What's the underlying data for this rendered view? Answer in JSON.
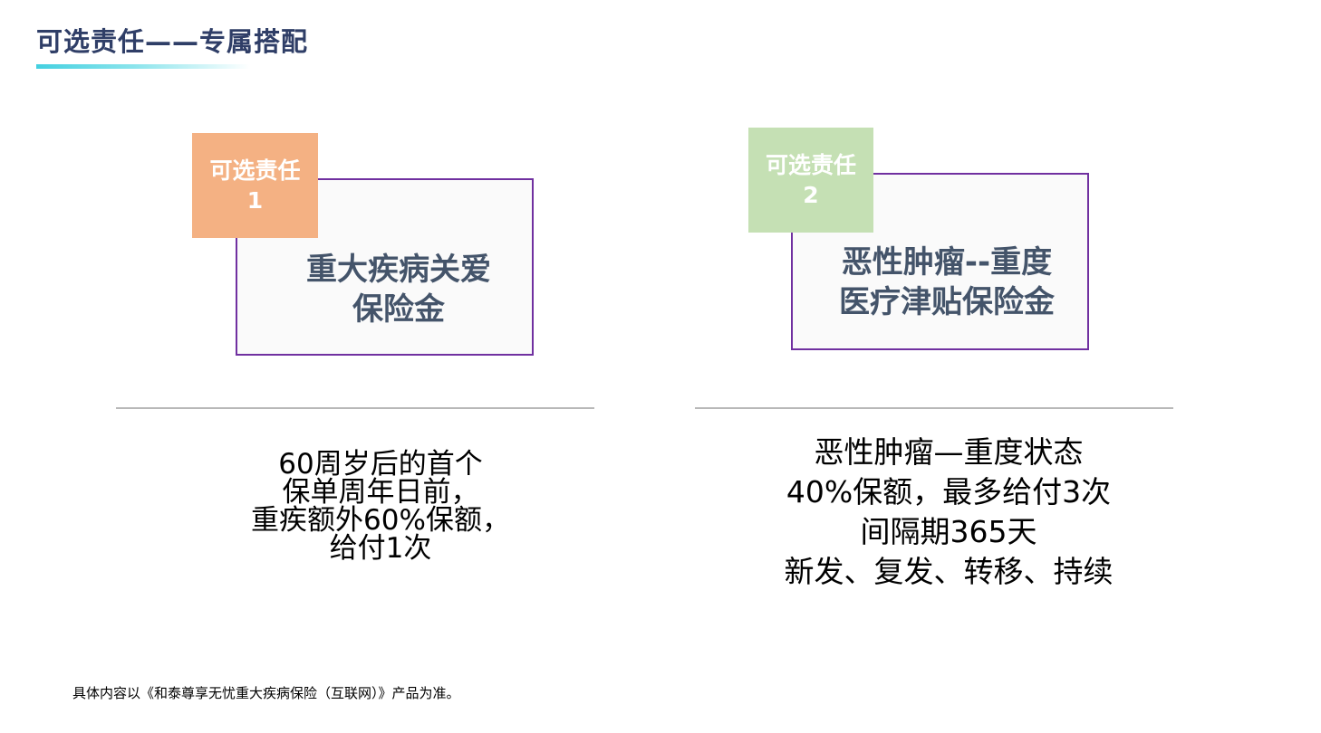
{
  "page": {
    "title": "可选责任——专属搭配",
    "footnote": "具体内容以《和泰尊享无忧重大疾病保险（互联网）》产品为准。"
  },
  "cards": [
    {
      "tag_line1": "可选责任",
      "tag_line2": "1",
      "tag_color": "#f4b183",
      "name_line1": "重大疾病关爱",
      "name_line2": "保险金",
      "description": [
        "60周岁后的首个",
        "保单周年日前，",
        "重疾额外60%保额，",
        "给付1次"
      ]
    },
    {
      "tag_line1": "可选责任",
      "tag_line2": "2",
      "tag_color": "#c5e0b4",
      "name_line1": "恶性肿瘤--重度",
      "name_line2": "医疗津贴保险金",
      "description": [
        "恶性肿瘤—重度状态",
        "40%保额，最多给付3次",
        "间隔期365天",
        "新发、复发、转移、持续"
      ]
    }
  ],
  "colors": {
    "title": "#2f3e67",
    "card_border": "#7030a0",
    "card_name": "#44546a",
    "divider": "#b8b8b8"
  }
}
